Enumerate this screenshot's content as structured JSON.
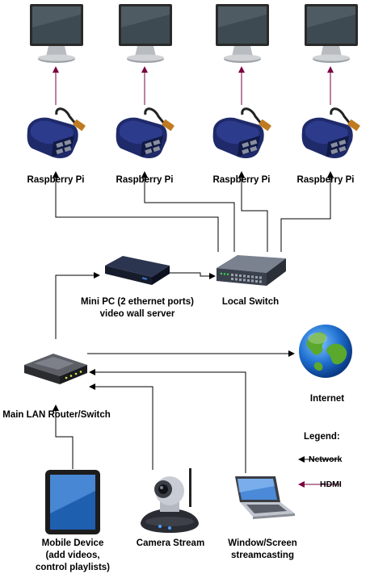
{
  "nodes": {
    "pi_1": {
      "label": "Raspberry Pi"
    },
    "pi_2": {
      "label": "Raspberry Pi"
    },
    "pi_3": {
      "label": "Raspberry Pi"
    },
    "pi_4": {
      "label": "Raspberry Pi"
    },
    "mini_pc": {
      "label_line1": "Mini PC (2 ethernet ports)",
      "label_line2": "video wall server"
    },
    "local_switch": {
      "label": "Local Switch"
    },
    "router": {
      "label": "Main LAN Router/Switch"
    },
    "internet": {
      "label": "Internet"
    },
    "mobile": {
      "label_line1": "Mobile Device",
      "label_line2": "(add videos,",
      "label_line3": "control playlists)"
    },
    "camera": {
      "label": "Camera Stream"
    },
    "laptop": {
      "label_line1": "Window/Screen",
      "label_line2": "streamcasting"
    }
  },
  "legend": {
    "title": "Legend:",
    "network": {
      "label": "Network",
      "color": "#000000"
    },
    "hdmi": {
      "label": "HDMI",
      "color": "#7a0040"
    }
  },
  "edges": [
    {
      "from": "pi_1",
      "to": "monitor_1",
      "kind": "hdmi"
    },
    {
      "from": "pi_2",
      "to": "monitor_2",
      "kind": "hdmi"
    },
    {
      "from": "pi_3",
      "to": "monitor_3",
      "kind": "hdmi"
    },
    {
      "from": "pi_4",
      "to": "monitor_4",
      "kind": "hdmi"
    },
    {
      "from": "local_switch",
      "to": "pi_1",
      "kind": "network"
    },
    {
      "from": "local_switch",
      "to": "pi_2",
      "kind": "network"
    },
    {
      "from": "local_switch",
      "to": "pi_3",
      "kind": "network"
    },
    {
      "from": "local_switch",
      "to": "pi_4",
      "kind": "network"
    },
    {
      "from": "mini_pc",
      "to": "local_switch",
      "kind": "network"
    },
    {
      "from": "router",
      "to": "mini_pc",
      "kind": "network"
    },
    {
      "from": "router",
      "to": "internet",
      "kind": "network"
    },
    {
      "from": "mobile",
      "to": "router",
      "kind": "network"
    },
    {
      "from": "camera",
      "to": "router",
      "kind": "network"
    },
    {
      "from": "laptop",
      "to": "router",
      "kind": "network"
    }
  ],
  "colors": {
    "network": "#000000",
    "hdmi": "#7a0040"
  }
}
